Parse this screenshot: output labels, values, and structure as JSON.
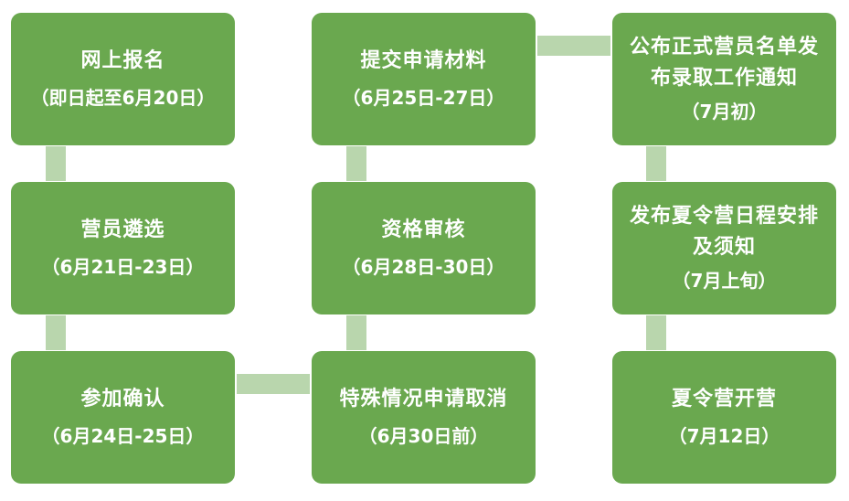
{
  "steps": [
    {
      "title": "网上报名",
      "date": "（即日起至6月20日）"
    },
    {
      "title": "营员遴选",
      "date": "（6月21日-23日）"
    },
    {
      "title": "参加确认",
      "date": "（6月24日-25日）"
    },
    {
      "title": "特殊情况申请取消",
      "date": "（6月30日前）"
    },
    {
      "title": "资格审核",
      "date": "（6月28日-30日）"
    },
    {
      "title": "提交申请材料",
      "date": "（6月25日-27日）"
    },
    {
      "title": "公布正式营员名单发布录取工作通知",
      "date": "（7月初）"
    },
    {
      "title": "发布夏令营日程安排及须知",
      "date": "（7月上旬）"
    },
    {
      "title": "夏令营开营",
      "date": "（7月12日）"
    }
  ],
  "colors": {
    "box": "#6aa84f",
    "connector": "#b9d6ad",
    "text": "#ffffff"
  }
}
